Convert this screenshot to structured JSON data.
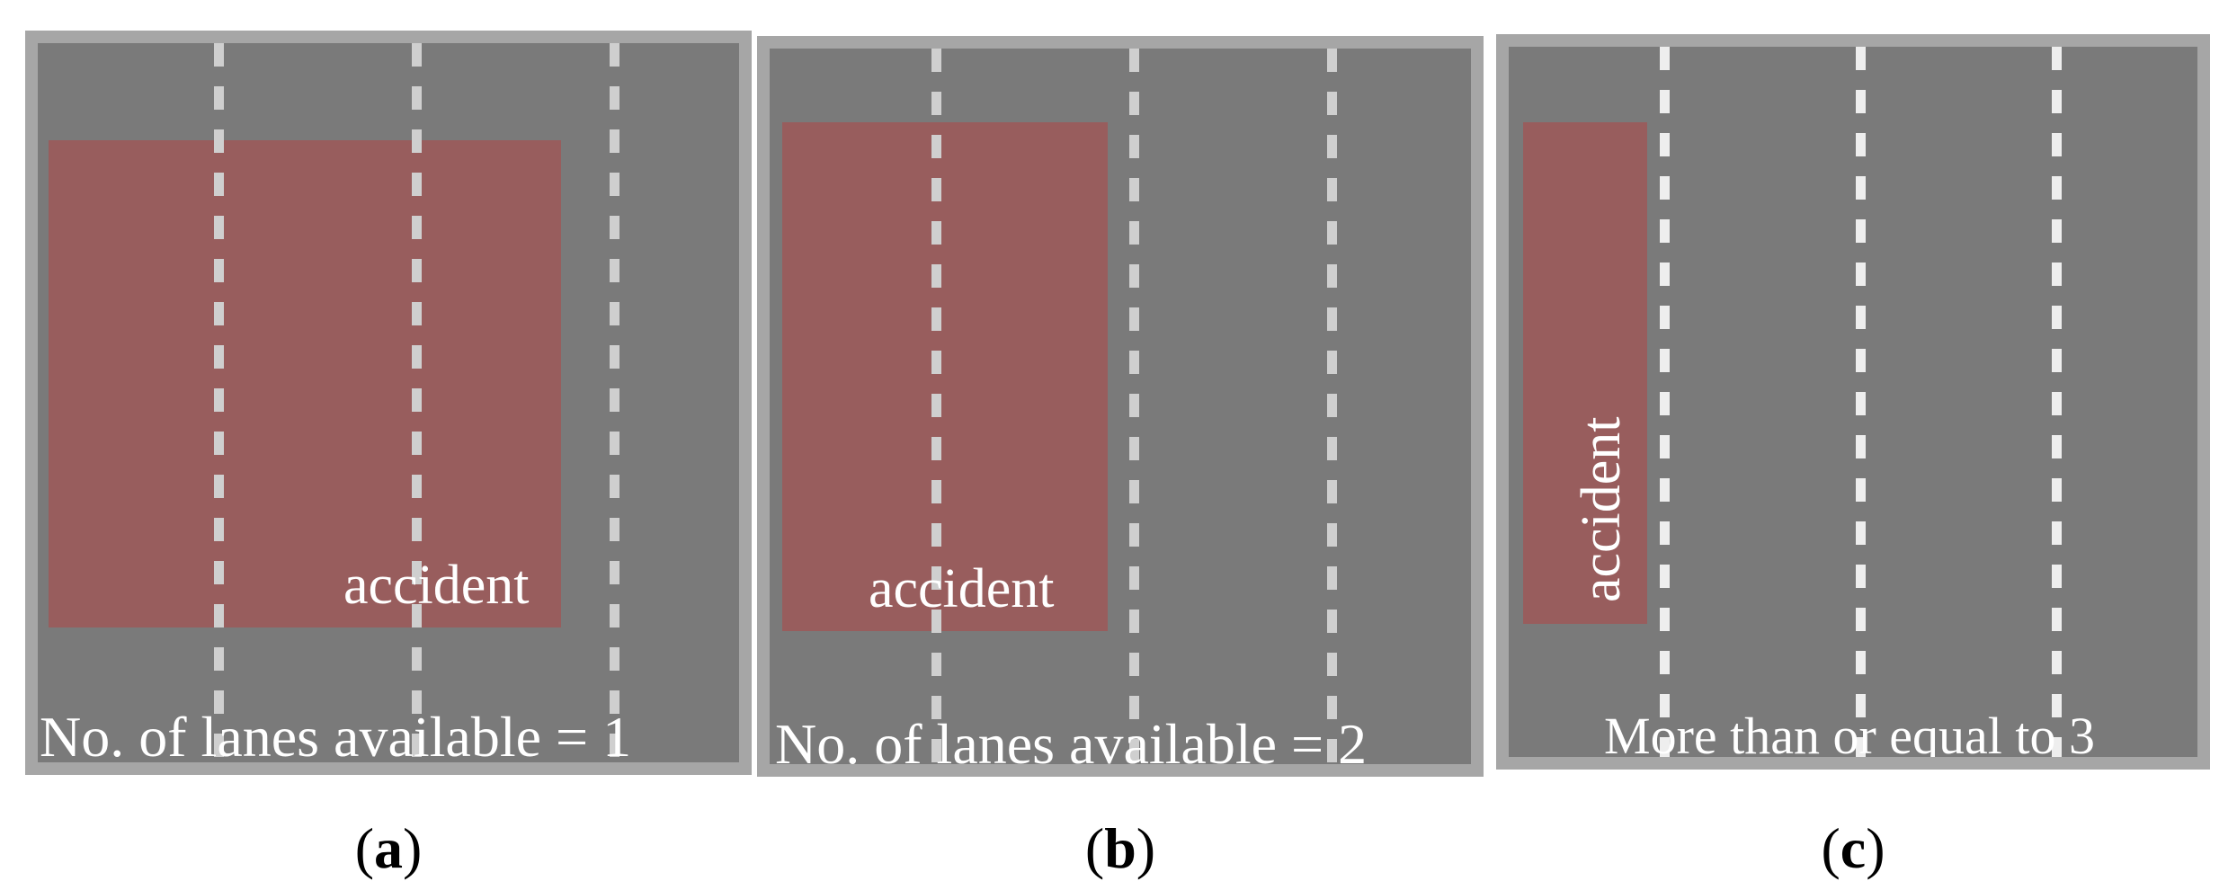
{
  "panels": [
    {
      "id": "a",
      "accident_label": "accident",
      "caption": "No. of lanes available = 1",
      "subfigure_label": "a"
    },
    {
      "id": "b",
      "accident_label": "accident",
      "caption": "No. of lanes available = 2",
      "subfigure_label": "b"
    },
    {
      "id": "c",
      "accident_label": "accident",
      "caption": "More than or equal to 3",
      "subfigure_label": "c"
    }
  ],
  "colors": {
    "road": "#7a7a7a",
    "road_border": "#a6a6a6",
    "lane_marking": "#ffffff",
    "accident_zone": "#9e5858",
    "text_on_road": "#ffffff"
  }
}
